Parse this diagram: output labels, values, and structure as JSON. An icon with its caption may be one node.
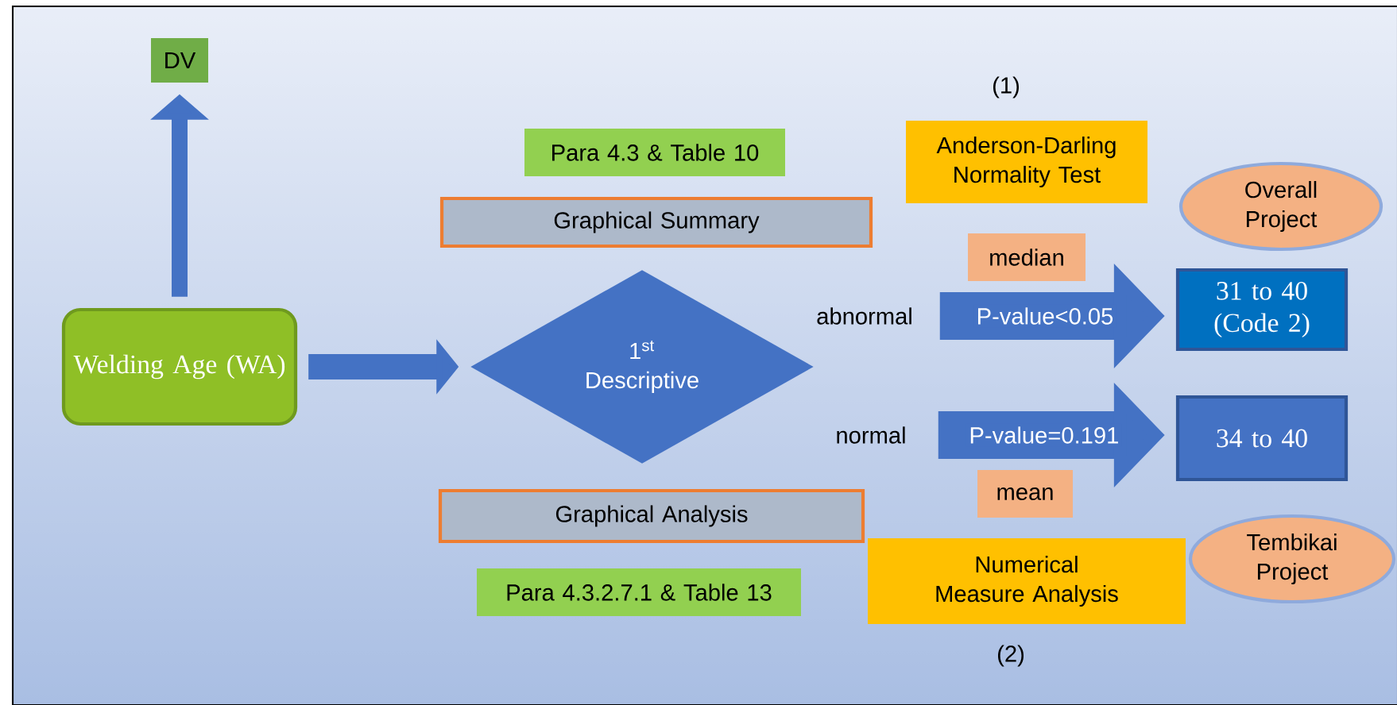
{
  "diagram": {
    "nodes": [
      {
        "text": [
          "DV"
        ]
      },
      {
        "text": [
          "Welding Age (WA)"
        ]
      },
      {
        "text": [
          "Para 4.3 & Table 10"
        ]
      },
      {
        "text": [
          "Graphical Summary"
        ]
      },
      {
        "text": [
          "1$^{st}$ Descriptive"
        ]
      },
      {
        "text": [
          "Graphical Analysis"
        ]
      },
      {
        "text": [
          "Para 4.3.2.7.1 & Table 13"
        ]
      },
      {
        "text": [
          "Anderson-Darling Normality Test"
        ],
        "beside": [
          "(1)"
        ]
      },
      {
        "text": [
          "median"
        ]
      },
      {
        "text": [
          "abnormal"
        ]
      },
      {
        "text": [
          "31 to 40 (Code 2)"
        ]
      },
      {
        "text": [
          "normal"
        ]
      },
      {
        "text": [
          "34 to 40"
        ]
      },
      {
        "text": [
          "mean"
        ]
      },
      {
        "text": [
          "Numerical Measure Analysis"
        ],
        "beside": [
          "(2)"
        ]
      },
      {
        "text": [
          "Overall Project"
        ]
      },
      {
        "text": [
          "Tembikai Project"
        ]
      }
    ],
    "edges": [
      {
        "from": 1,
        "to": 0,
        "arrow": "to"
      },
      {
        "from": 1,
        "to": 4,
        "arrow": "to"
      },
      {
        "from": 9,
        "to": 10,
        "arrow": "to",
        "style": "thick",
        "label": "P-value<0.05"
      },
      {
        "from": 11,
        "to": 12,
        "arrow": "to",
        "style": "thick",
        "label": "P-value=0.191"
      }
    ]
  }
}
